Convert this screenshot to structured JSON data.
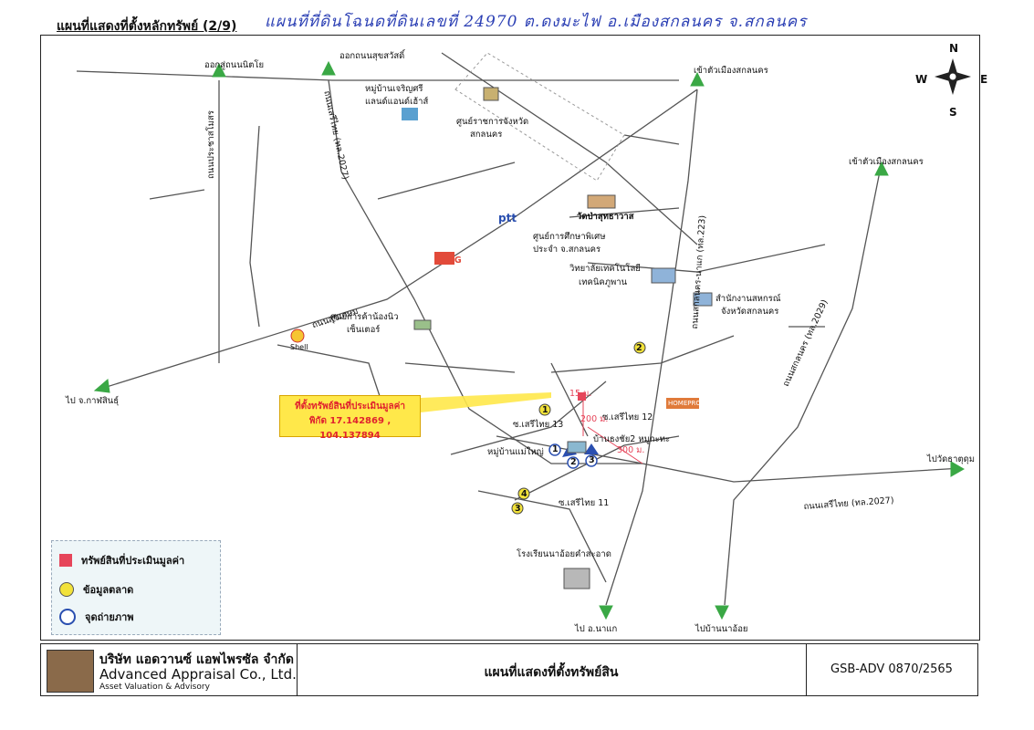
{
  "header": {
    "title": "แผนที่แสดงที่ตั้งหลักทรัพย์ (2/9)",
    "handwritten": "แผนที่ที่ดินโฉนดที่ดินเลขที่ 24970 ต.ดงมะไฟ อ.เมืองสกลนคร จ.สกลนคร"
  },
  "compass": {
    "n": "N",
    "s": "S",
    "e": "E",
    "w": "W"
  },
  "labels": {
    "to_nikhom": "ออกสู่ถนนนิตโย",
    "to_sukhumvit": "ออกถนนสุขสวัสดิ์",
    "to_city1": "เข้าตัวเมืองสกลนคร",
    "to_city2": "เข้าตัวเมืองสกลนคร",
    "village_charoensri": "หมู่บ้านเจริญศรี",
    "village_sub": "แลนด์แอนด์เฮ้าส์",
    "govt_center": "ศูนย์ราชการจังหวัด",
    "govt_center2": "สกลนคร",
    "temple": "วัดป่าสุทธาวาส",
    "special_edu": "ศูนย์การศึกษาพิเศษ",
    "special_edu2": "ประจำ จ.สกลนคร",
    "tech_college": "วิทยาลัยเทคโนโลยี",
    "tech_college2": "เทคนิคภูพาน",
    "coop_office": "สำนักงานสหกรณ์",
    "coop_office2": "จังหวัดสกลนคร",
    "mall": "ศูนย์การค้าน้องนิว",
    "mall2": "เซ็นเตอร์",
    "to_kalasin": "ไป จ.กาฬสินธุ์",
    "road_sukkasem": "ถนนสุขเกษม",
    "road_nikhom": "ถนนประชาสโมสร",
    "road_rama": "ถนนเสรีไทย (ทล.2027)",
    "road_seri_13": "ซ.เสรีไทย 13",
    "road_seri_12": "ซ.เสรีไทย 12",
    "road_seri_11": "ซ.เสรีไทย 11",
    "village_moo": "หมู่บ้านแม่ใหญ่",
    "village_sop": "บ้านธงชัย2 หมูกะทะ",
    "road_223": "ถนนสกลนคร-นาแก (ทล.223)",
    "road_2029": "ถนนสกลนคร (ทล.2029)",
    "to_that_choeng": "ไปวัดธาตุดุม",
    "road_seri_main": "ถนนเสรีไทย (ทล.2027)",
    "school": "โรงเรียนนาอ้อยคำสะอาด",
    "to_na_kae": "ไป อ.นาแก",
    "to_ban_na_oi": "ไปบ้านนาอ้อย",
    "ptt": "ptt",
    "scg": "SCG",
    "shell": "Shell",
    "homepro": "HOMEPRO",
    "dist_15": "15 ม.",
    "dist_200": "200 ม.",
    "dist_300": "300 ม.",
    "cam1": "1",
    "cam2": "2",
    "cam3": "3",
    "m1": "1",
    "m2": "2",
    "m3": "3",
    "m4": "4"
  },
  "callout": {
    "line1": "ที่ตั้งทรัพย์สินที่ประเมินมูลค่า",
    "line2": "พิกัด 17.142869 , 104.137894"
  },
  "legend": {
    "subject": "ทรัพย์สินที่ประเมินมูลค่า",
    "market": "ข้อมูลตลาด",
    "photo": "จุดถ่ายภาพ"
  },
  "footer": {
    "company_th": "บริษัท แอดวานซ์ แอพไพรซัล จำกัด",
    "company_en": "Advanced Appraisal Co., Ltd.",
    "company_sub": "Asset Valuation & Advisory",
    "title": "แผนที่แสดงที่ตั้งทรัพย์สิน",
    "code": "GSB-ADV 0870/2565"
  },
  "colors": {
    "road": "#555555",
    "arrow": "#3aa845",
    "subject": "#e6455a",
    "market": "#f2e23a",
    "photo": "#2a4fb0",
    "callout": "#ffe84a"
  }
}
